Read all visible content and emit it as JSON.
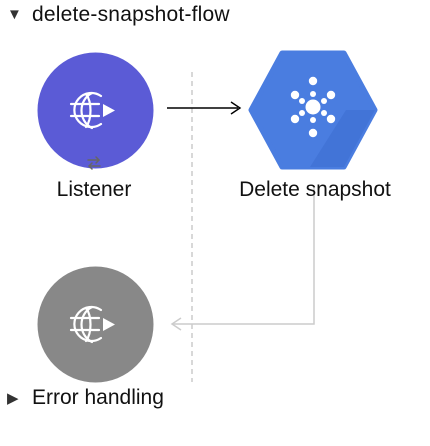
{
  "flow": {
    "title": "delete-snapshot-flow",
    "collapse_icon": "caret-down-icon"
  },
  "nodes": {
    "listener": {
      "label": "Listener",
      "icon": "globe-arrow-icon",
      "sub_icon": "swap-arrows-icon"
    },
    "delete_snapshot": {
      "label": "Delete snapshot",
      "icon": "hexagon-dots-icon"
    },
    "response": {
      "label": "",
      "icon": "globe-arrow-icon"
    }
  },
  "error_handling": {
    "title": "Error handling",
    "expand_icon": "caret-right-icon"
  },
  "colors": {
    "listener_fill": "#5b5bd6",
    "delete_fill": "#4a7de0",
    "delete_fill_dark": "#3d6dd0",
    "response_fill": "#888888",
    "connector": "#000000",
    "return_path": "#cccccc"
  }
}
